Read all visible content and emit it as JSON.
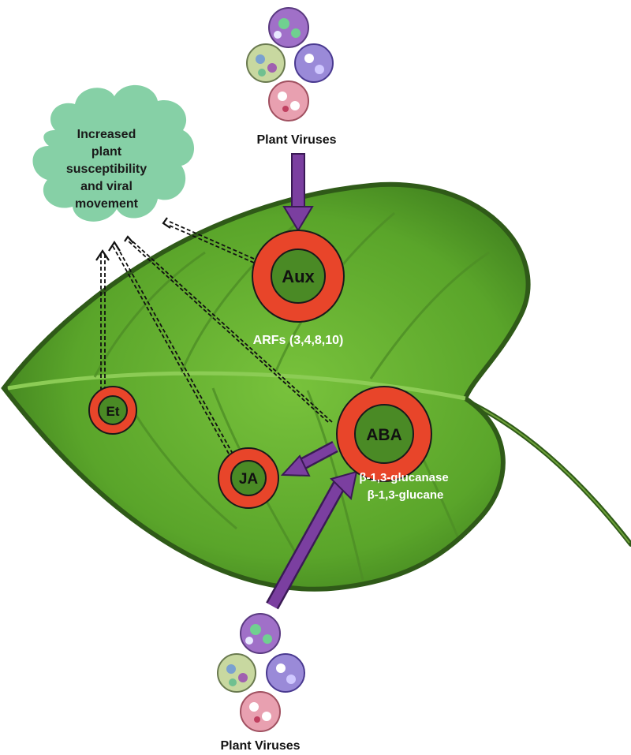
{
  "diagram": {
    "cloud_lines": [
      "Increased",
      "plant",
      "susceptibility",
      "and viral",
      "movement"
    ],
    "virus_label_top": "Plant Viruses",
    "virus_label_bottom": "Plant Viruses",
    "hormones": {
      "aux": "Aux",
      "aba": "ABA",
      "ja": "JA",
      "et": "Et"
    },
    "aux_note": "ARFs (3,4,8,10)",
    "aba_notes": [
      "β-1,3-glucanase",
      "β-1,3-glucane"
    ]
  },
  "colors": {
    "leaf": "#5fa82e",
    "leaf_dark": "#2f5a18",
    "ring": "#e8452a",
    "ring_inner": "#4a8a25",
    "arrow": "#7b3fa0",
    "cloud": "#86d0a6"
  }
}
